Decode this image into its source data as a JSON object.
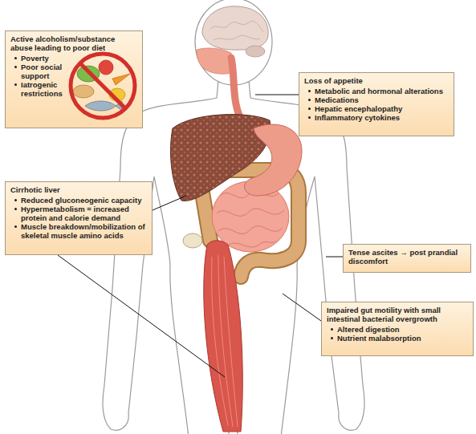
{
  "diagram": {
    "nodes": [
      {
        "text": [
          "Active alcoholism/substance abuse leading to poor diet",
          "Poverty",
          "Poor social support",
          "Iatrogenic restrictions"
        ]
      },
      {
        "text": [
          "Loss of appetite",
          "Metabolic and hormonal alterations",
          "Medications",
          "Hepatic encephalopathy",
          "Inflammatory cytokines"
        ]
      },
      {
        "text": [
          "Cirrhotic liver",
          "Reduced gluconeogenic capacity",
          "Hypermetabolism = increased protein and calorie demand",
          "Muscle breakdown/mobilization of skeletal muscle amino acids"
        ]
      },
      {
        "text": [
          "Tense ascites → post prandial discomfort"
        ]
      },
      {
        "text": [
          "Impaired gut motility with small intestinal bacterial overgrowth",
          "Altered digestion",
          "Nutrient malabsorption"
        ]
      }
    ]
  }
}
